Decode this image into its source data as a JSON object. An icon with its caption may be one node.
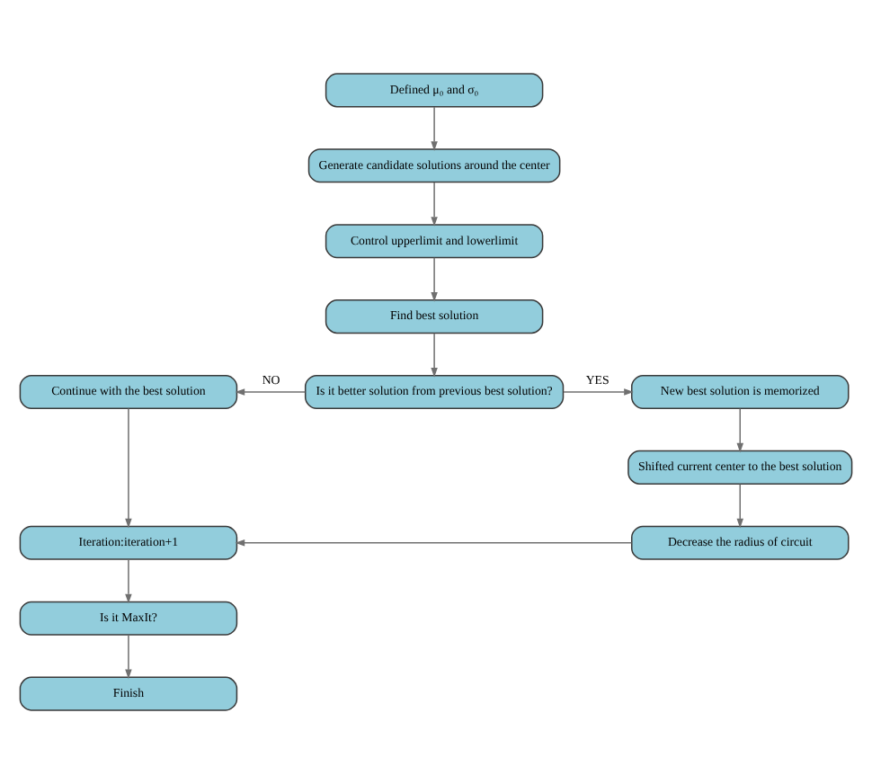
{
  "diagram": {
    "nodes": [
      {
        "text": [
          "Defined μ₀ and σ₀"
        ]
      },
      {
        "text": [
          "Generate candidate solutions around the center"
        ]
      },
      {
        "text": [
          "Control upperlimit and lowerlimit"
        ]
      },
      {
        "text": [
          "Find best solution"
        ]
      },
      {
        "text": [
          "Continue with the best solution"
        ]
      },
      {
        "text": [
          "Is it better solution from previous best solution?"
        ]
      },
      {
        "text": [
          "New best solution is memorized"
        ]
      },
      {
        "text": [
          "Shifted current center to the best solution"
        ]
      },
      {
        "text": [
          "Iteration:iteration+1"
        ]
      },
      {
        "text": [
          "Decrease the radius of circuit"
        ]
      },
      {
        "text": [
          "Is it MaxIt?"
        ]
      },
      {
        "text": [
          "Finish"
        ]
      }
    ],
    "edges": [
      {
        "from": 0,
        "to": 1,
        "arrow": "to"
      },
      {
        "from": 1,
        "to": 2,
        "arrow": "to"
      },
      {
        "from": 2,
        "to": 3,
        "arrow": "to"
      },
      {
        "from": 3,
        "to": 5,
        "arrow": "to"
      },
      {
        "from": 5,
        "to": 4,
        "arrow": "to",
        "label": "NO"
      },
      {
        "from": 5,
        "to": 6,
        "arrow": "to",
        "label": "YES"
      },
      {
        "from": 6,
        "to": 7,
        "arrow": "to"
      },
      {
        "from": 7,
        "to": 9,
        "arrow": "to"
      },
      {
        "from": 9,
        "to": 8,
        "arrow": "to"
      },
      {
        "from": 4,
        "to": 8,
        "arrow": "to"
      },
      {
        "from": 8,
        "to": 10,
        "arrow": "to"
      },
      {
        "from": 10,
        "to": 11,
        "arrow": "to"
      }
    ]
  }
}
